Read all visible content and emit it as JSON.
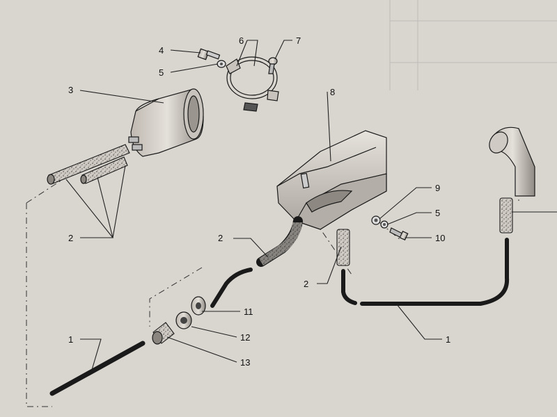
{
  "diagram": {
    "background_color": "#d9d5cf",
    "callouts": [
      {
        "id": "callout-4",
        "label": "4"
      },
      {
        "id": "callout-5a",
        "label": "5"
      },
      {
        "id": "callout-6",
        "label": "6"
      },
      {
        "id": "callout-7",
        "label": "7"
      },
      {
        "id": "callout-3",
        "label": "3"
      },
      {
        "id": "callout-8",
        "label": "8"
      },
      {
        "id": "callout-9",
        "label": "9"
      },
      {
        "id": "callout-5b",
        "label": "5"
      },
      {
        "id": "callout-10",
        "label": "10"
      },
      {
        "id": "callout-2a",
        "label": "2"
      },
      {
        "id": "callout-2b",
        "label": "2"
      },
      {
        "id": "callout-2c",
        "label": "2"
      },
      {
        "id": "callout-11",
        "label": "11"
      },
      {
        "id": "callout-12",
        "label": "12"
      },
      {
        "id": "callout-13",
        "label": "13"
      },
      {
        "id": "callout-1a",
        "label": "1"
      },
      {
        "id": "callout-1b",
        "label": "1"
      }
    ]
  }
}
